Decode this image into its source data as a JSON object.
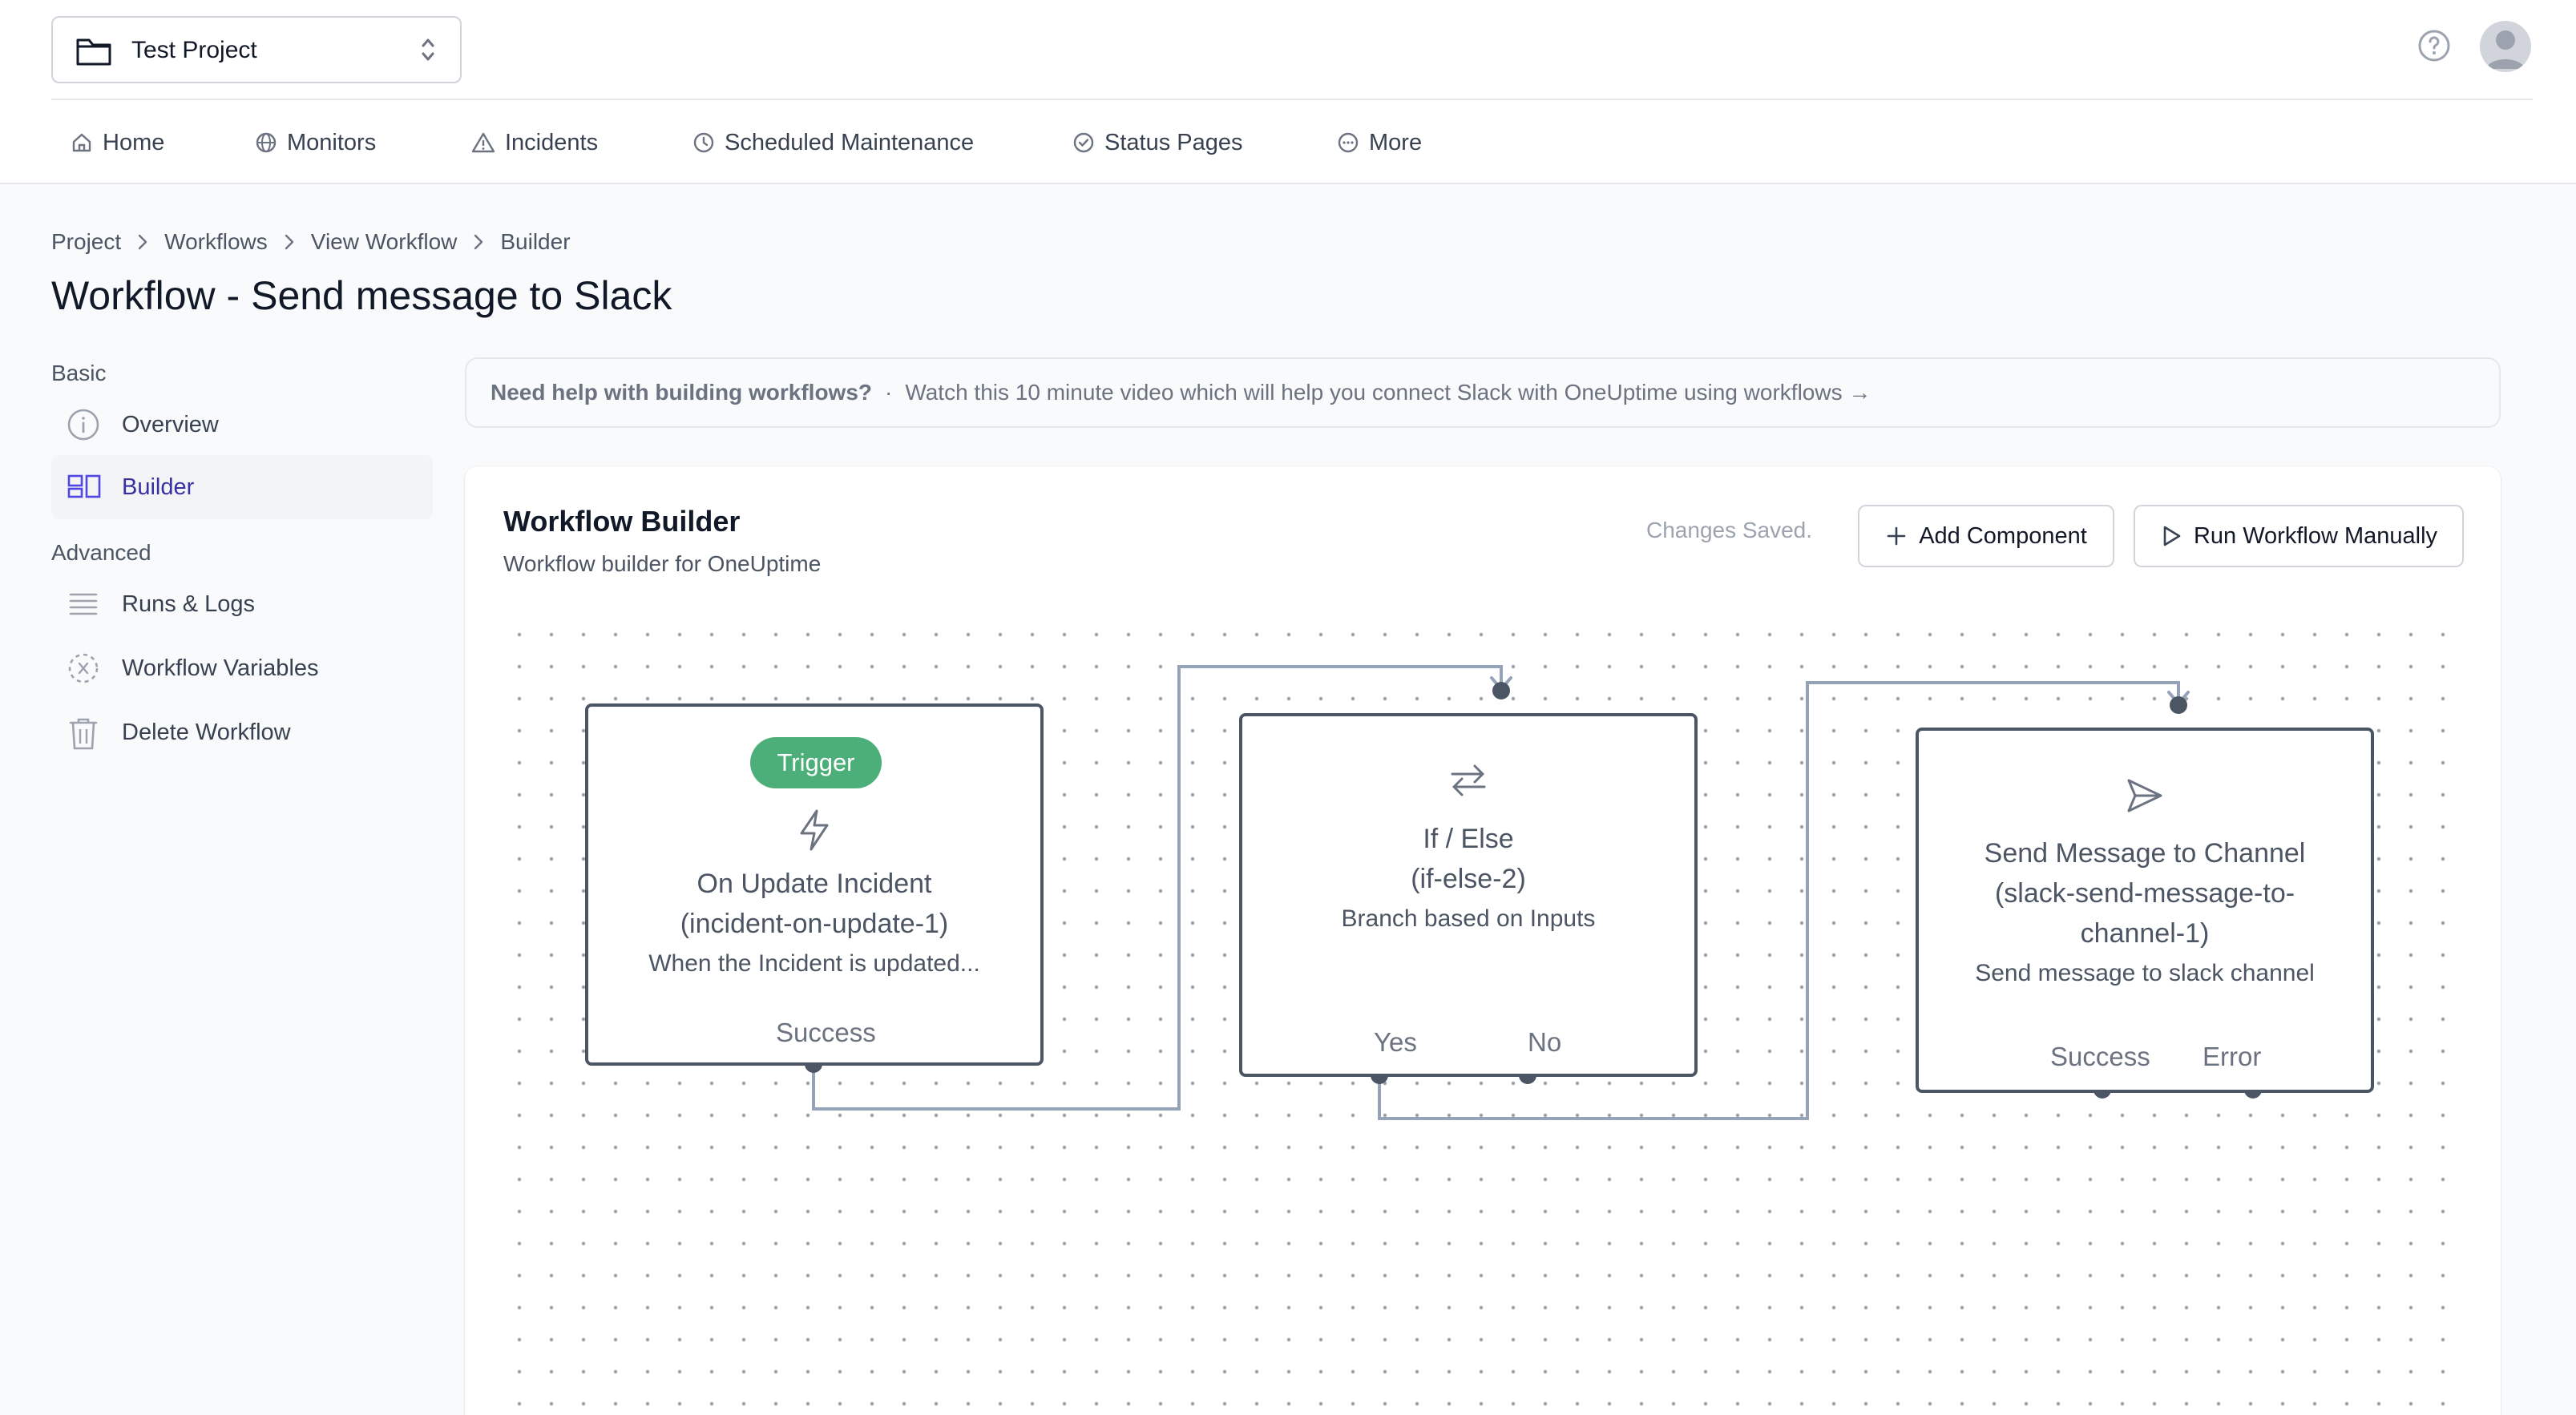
{
  "project": {
    "name": "Test Project"
  },
  "nav": [
    {
      "label": "Home",
      "icon": "home-icon"
    },
    {
      "label": "Monitors",
      "icon": "globe-icon"
    },
    {
      "label": "Incidents",
      "icon": "alert-triangle-icon"
    },
    {
      "label": "Scheduled Maintenance",
      "icon": "clock-icon"
    },
    {
      "label": "Status Pages",
      "icon": "check-circle-icon"
    },
    {
      "label": "More",
      "icon": "more-circle-icon"
    }
  ],
  "breadcrumb": [
    "Project",
    "Workflows",
    "View Workflow",
    "Builder"
  ],
  "page_title": "Workflow - Send message to Slack",
  "sidebar": {
    "basic_label": "Basic",
    "basic_items": [
      {
        "label": "Overview",
        "icon": "info-icon"
      },
      {
        "label": "Builder",
        "icon": "builder-icon",
        "active": true
      }
    ],
    "advanced_label": "Advanced",
    "advanced_items": [
      {
        "label": "Runs & Logs",
        "icon": "list-icon"
      },
      {
        "label": "Workflow Variables",
        "icon": "variable-icon"
      },
      {
        "label": "Delete Workflow",
        "icon": "trash-icon"
      }
    ]
  },
  "help_banner": {
    "title": "Need help with building workflows?",
    "separator": "·",
    "text": "Watch this 10 minute video which will help you connect Slack with OneUptime using workflows →"
  },
  "builder": {
    "title": "Workflow Builder",
    "subtitle": "Workflow builder for OneUptime",
    "status": "Changes Saved.",
    "add_component_label": "Add Component",
    "run_label": "Run Workflow Manually"
  },
  "nodes": [
    {
      "badge": "Trigger",
      "icon": "bolt-icon",
      "title_line1": "On Update Incident",
      "title_line2": "(incident-on-update-1)",
      "description": "When the Incident is updated...",
      "ports": [
        "Success"
      ]
    },
    {
      "icon": "swap-arrows-icon",
      "title_line1": "If / Else",
      "title_line2": "(if-else-2)",
      "description": "Branch based on Inputs",
      "ports": [
        "Yes",
        "No"
      ]
    },
    {
      "icon": "send-icon",
      "title_line1": "Send Message to Channel",
      "title_line2": "(slack-send-message-to-",
      "title_line3": "channel-1)",
      "description": "Send message to slack channel",
      "ports": [
        "Success",
        "Error"
      ]
    }
  ],
  "colors": {
    "accent": "#3730a3",
    "trigger_badge": "#4caf7a",
    "node_border": "#4b5563",
    "edge": "#94a3b8"
  }
}
